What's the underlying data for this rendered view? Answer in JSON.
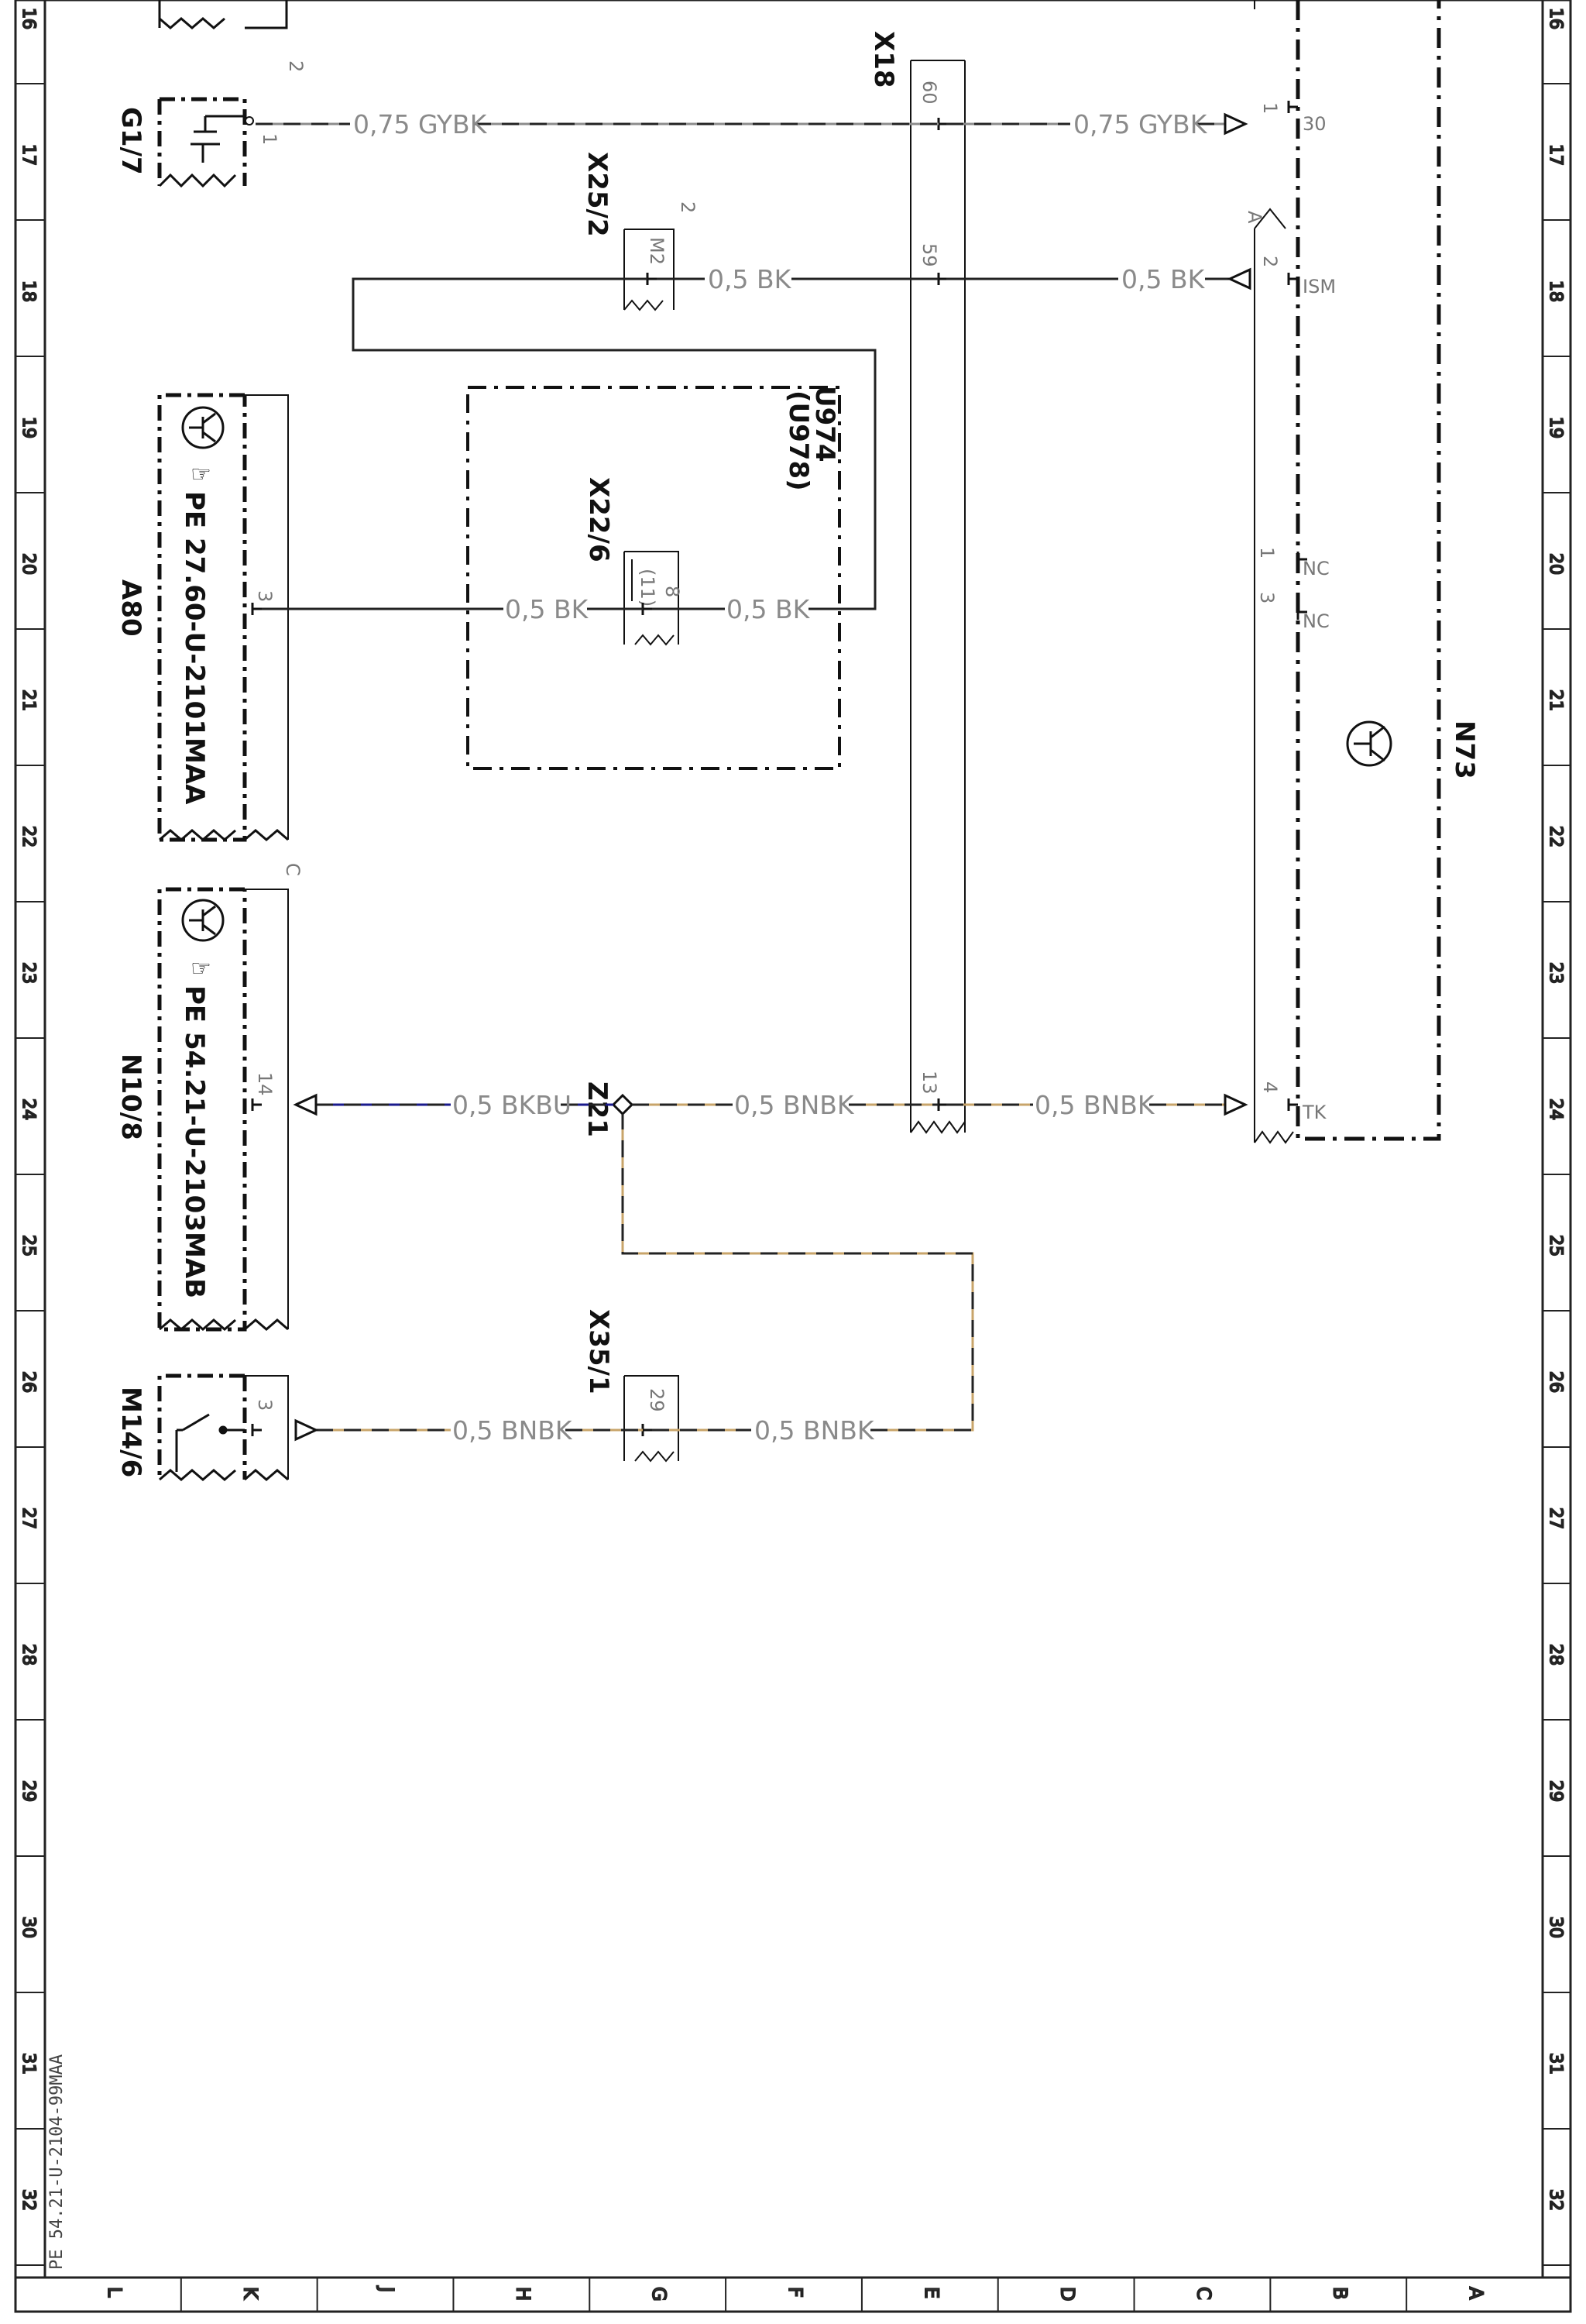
{
  "sheet": {
    "doc_code": "PE 54.21-U-2104-99MAA",
    "row_numbers": [
      "16",
      "17",
      "18",
      "19",
      "20",
      "21",
      "22",
      "23",
      "24",
      "25",
      "26",
      "27",
      "28",
      "29",
      "30",
      "31",
      "32"
    ],
    "column_letters": [
      "L",
      "K",
      "J",
      "H",
      "G",
      "F",
      "E",
      "D",
      "C",
      "B",
      "A"
    ]
  },
  "components": {
    "g1_7": {
      "label": "G1/7",
      "pins": [
        "2",
        "1"
      ]
    },
    "x25_2": {
      "label": "X25/2",
      "pins": [
        "2",
        "M2"
      ]
    },
    "x18": {
      "label": "X18",
      "pins": [
        "60",
        "59",
        "13"
      ]
    },
    "u974": {
      "label": "U974",
      "sub": "(U978)"
    },
    "x22_6": {
      "label": "X22/6",
      "pins": [
        "8",
        "(11)"
      ]
    },
    "a80": {
      "label": "A80",
      "ref": "PE 27.60-U-2101MAA",
      "pin": "3"
    },
    "n10_8": {
      "label": "N10/8",
      "ref": "PE 54.21-U-2103MAB",
      "pins": [
        "14",
        "C"
      ]
    },
    "z21": {
      "label": "Z21"
    },
    "x35_1": {
      "label": "X35/1",
      "pin": "29"
    },
    "m14_6": {
      "label": "M14/6",
      "pin": "3"
    },
    "n73": {
      "label": "N73",
      "pins": [
        {
          "num": "1",
          "name": "30"
        },
        {
          "num": "2",
          "name": "ISM"
        },
        {
          "num": "1",
          "name": "NC"
        },
        {
          "num": "3",
          "name": "NC"
        },
        {
          "num": "4",
          "name": "TK"
        }
      ],
      "connector": "A"
    }
  },
  "wires": [
    {
      "id": "w1",
      "label": "0,75 GYBK",
      "colors": [
        "#8c8c8c",
        "#222222"
      ]
    },
    {
      "id": "w2",
      "label": "0,75 GYBK",
      "colors": [
        "#8c8c8c",
        "#222222"
      ]
    },
    {
      "id": "w3",
      "label": "0,5 BK",
      "colors": [
        "#222222",
        "#222222"
      ]
    },
    {
      "id": "w4",
      "label": "0,5 BK",
      "colors": [
        "#222222",
        "#222222"
      ]
    },
    {
      "id": "w5",
      "label": "0,5 BK",
      "colors": [
        "#222222",
        "#222222"
      ]
    },
    {
      "id": "w6",
      "label": "0,5 BK",
      "colors": [
        "#222222",
        "#222222"
      ]
    },
    {
      "id": "w7",
      "label": "0,5 BKBU",
      "colors": [
        "#1a1a8c",
        "#222222"
      ]
    },
    {
      "id": "w8",
      "label": "0,5 BNBK",
      "colors": [
        "#c8a46a",
        "#222222"
      ]
    },
    {
      "id": "w9",
      "label": "0,5 BNBK",
      "colors": [
        "#c8a46a",
        "#222222"
      ]
    },
    {
      "id": "w10",
      "label": "0,5 BNBK",
      "colors": [
        "#c8a46a",
        "#222222"
      ]
    },
    {
      "id": "w11",
      "label": "0,5 BNBK",
      "colors": [
        "#c8a46a",
        "#222222"
      ]
    }
  ]
}
